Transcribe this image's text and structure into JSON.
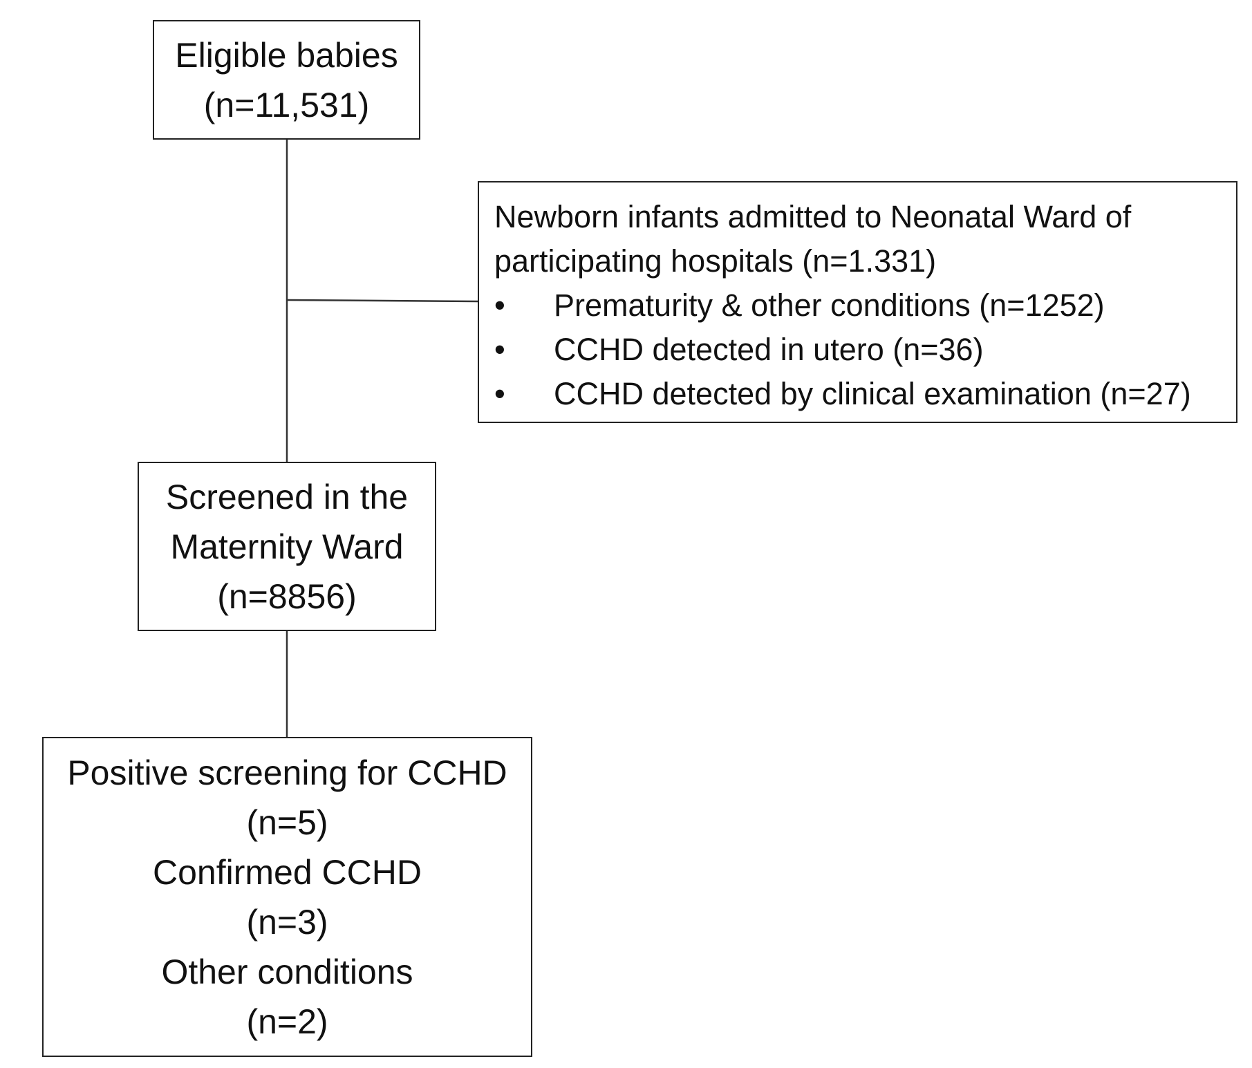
{
  "flowchart": {
    "eligible": {
      "lines": [
        "Eligible babies",
        "(n=11,531)"
      ]
    },
    "excluded": {
      "heading_lines": [
        "Newborn infants admitted to Neonatal Ward of",
        "participating hospitals (n=1.331)"
      ],
      "bullets": [
        "Prematurity & other conditions  (n=1252)",
        "CCHD detected in utero (n=36)",
        "CCHD detected by clinical examination (n=27)"
      ]
    },
    "screened": {
      "lines": [
        "Screened in the",
        "Maternity Ward",
        "(n=8856)"
      ]
    },
    "positive": {
      "lines": [
        "Positive screening for CCHD",
        "(n=5)",
        "Confirmed CCHD",
        "(n=3)",
        "Other conditions",
        "(n=2)"
      ]
    }
  }
}
